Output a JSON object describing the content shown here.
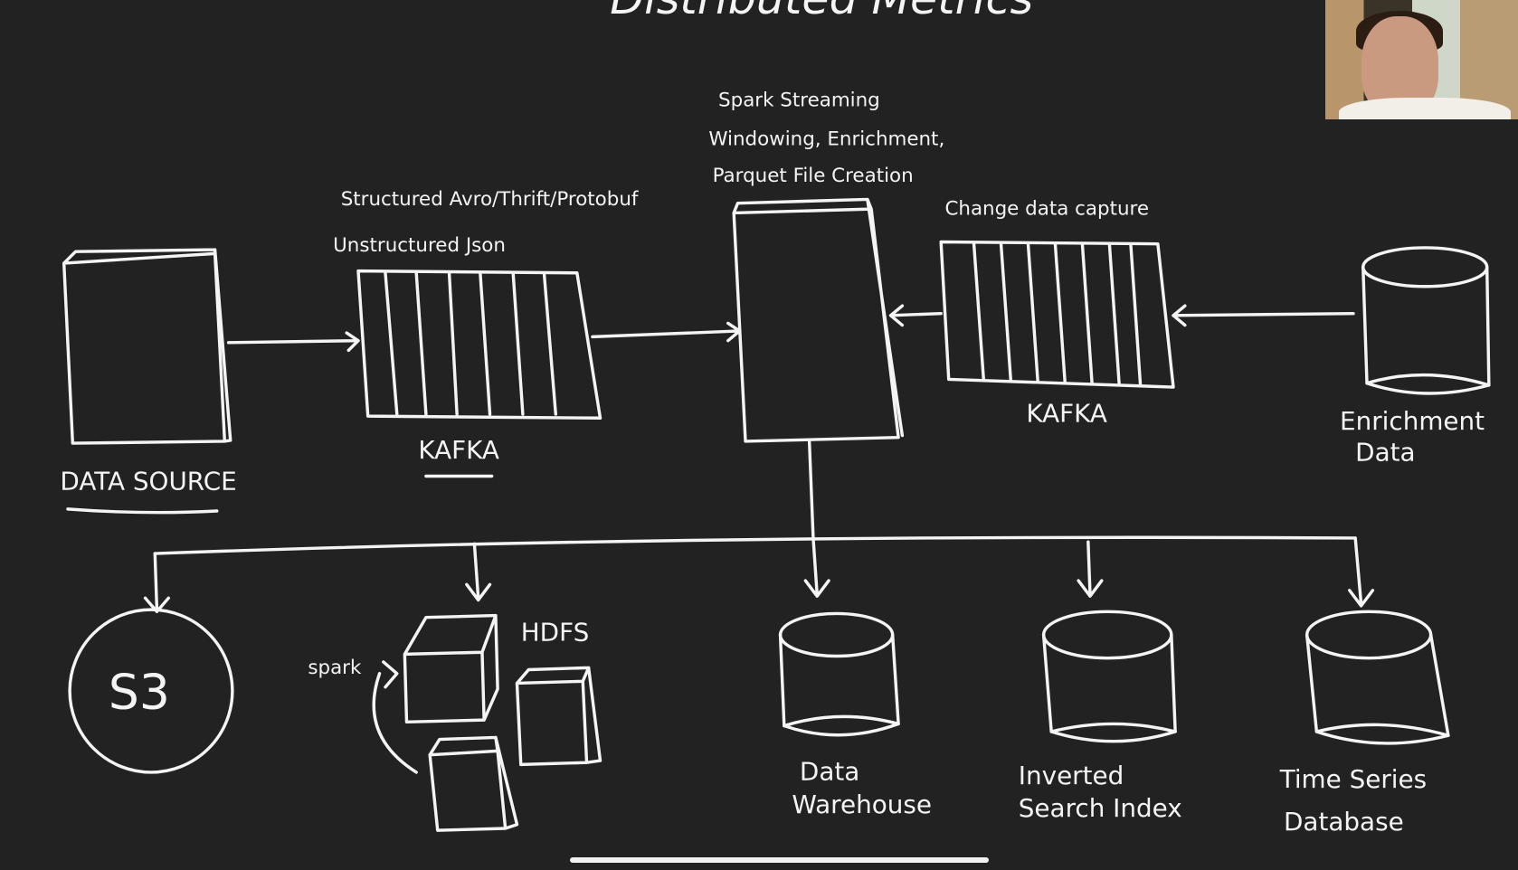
{
  "title": "Distributed Metrics",
  "nodes": {
    "data_source": "DATA SOURCE",
    "kafka_in": {
      "label": "KAFKA",
      "note_line1": "Structured Avro/Thrift/Protobuf",
      "note_line2": "Unstructured Json"
    },
    "spark": {
      "note_line1": "Spark Streaming",
      "note_line2": "Windowing, Enrichment,",
      "note_line3": "Parquet File Creation"
    },
    "kafka_cdc": {
      "label": "KAFKA",
      "note": "Change data capture"
    },
    "enrichment": {
      "line1": "Enrichment",
      "line2": "Data"
    },
    "s3": "S3",
    "hdfs": {
      "label": "HDFS",
      "spark_note": "spark"
    },
    "warehouse": {
      "line1": "Data",
      "line2": "Warehouse"
    },
    "search": {
      "line1": "Inverted",
      "line2": "Search Index"
    },
    "tsdb": {
      "line1": "Time Series",
      "line2": "Database"
    }
  },
  "colors": {
    "background": "#222222",
    "ink": "#f4f4f4"
  }
}
